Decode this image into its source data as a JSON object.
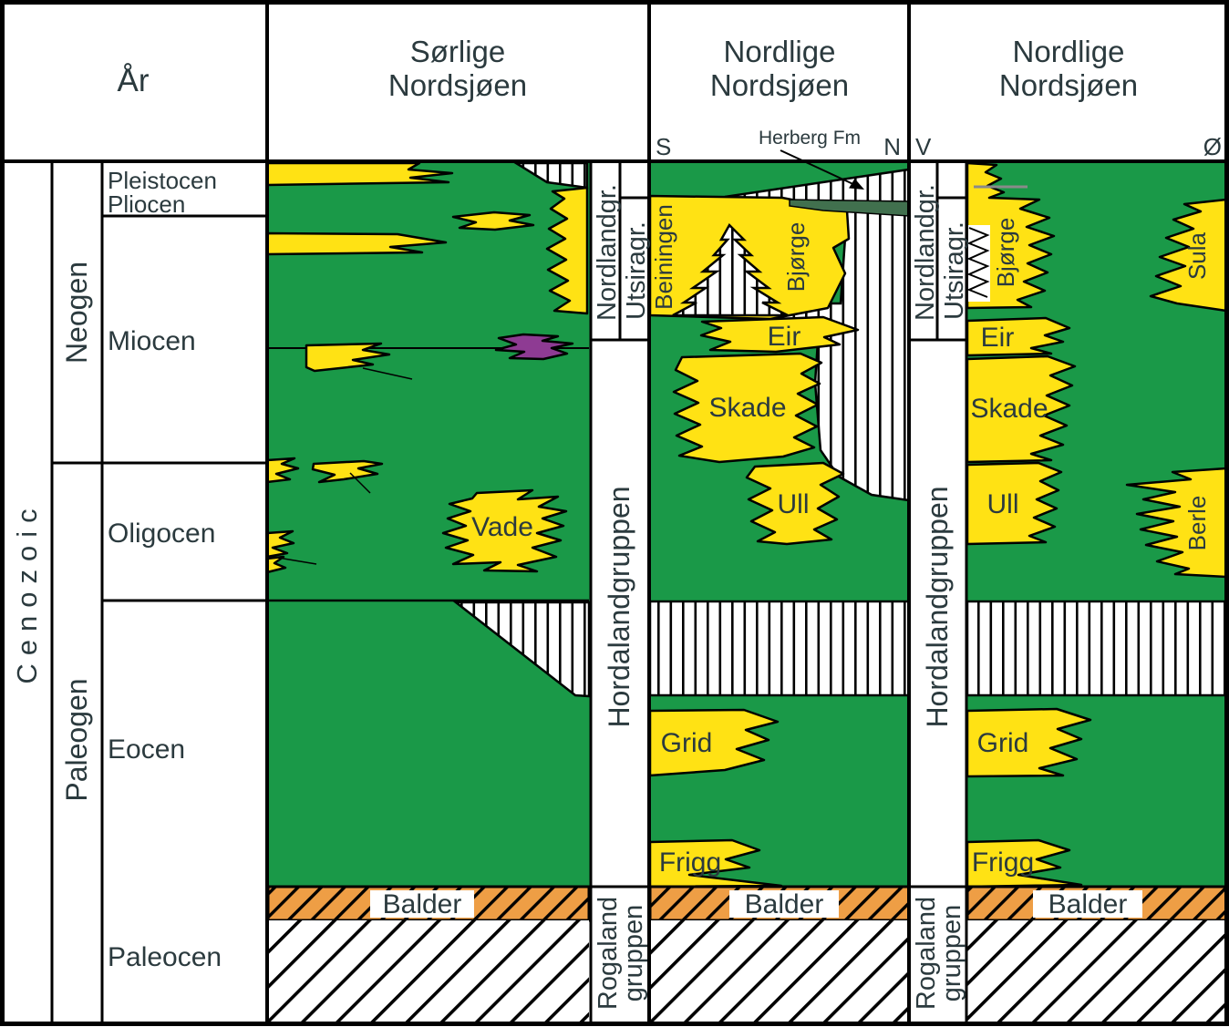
{
  "colors": {
    "green": "#1a9948",
    "yellow": "#ffe214",
    "orange": "#ee9e45",
    "purple": "#8e3b93",
    "dark_green": "#41704e",
    "text": "#2b3a3e",
    "line": "#000000",
    "gray_line": "#8a8a8a"
  },
  "header": {
    "age_col": "År",
    "panel1": [
      "Sørlige",
      "Nordsjøen"
    ],
    "panel2": [
      "Nordlige",
      "Nordsjøen"
    ],
    "panel3": [
      "Nordlige",
      "Nordsjøen"
    ]
  },
  "time_scale": {
    "eon": "Cenozoic",
    "era_neogen": "Neogen",
    "era_paleogen": "Paleogen",
    "epoch_pleistocen": "Pleistocen",
    "epoch_pliocen": "Pliocen",
    "epoch_miocen": "Miocen",
    "epoch_oligocen": "Oligocen",
    "epoch_eocen": "Eocen",
    "epoch_paleocen": "Paleocen"
  },
  "groups": {
    "nordland": "Nordlandgr.",
    "utsira": "Utsiragr.",
    "hordaland": "Hordalandgruppen",
    "rogaland": [
      "Rogaland",
      "gruppen"
    ]
  },
  "directions": {
    "south": "S",
    "north": "N",
    "west": "V",
    "east": "Ø"
  },
  "annotation": {
    "herberg": "Herberg Fm"
  },
  "formations": {
    "balder": "Balder",
    "vade": "Vade",
    "beiningen": "Beiningen",
    "bjorge": "Bjørge",
    "eir": "Eir",
    "skade": "Skade",
    "ull": "Ull",
    "grid": "Grid",
    "frigg": "Frigg",
    "sula": "Sula",
    "berle": "Berle"
  }
}
